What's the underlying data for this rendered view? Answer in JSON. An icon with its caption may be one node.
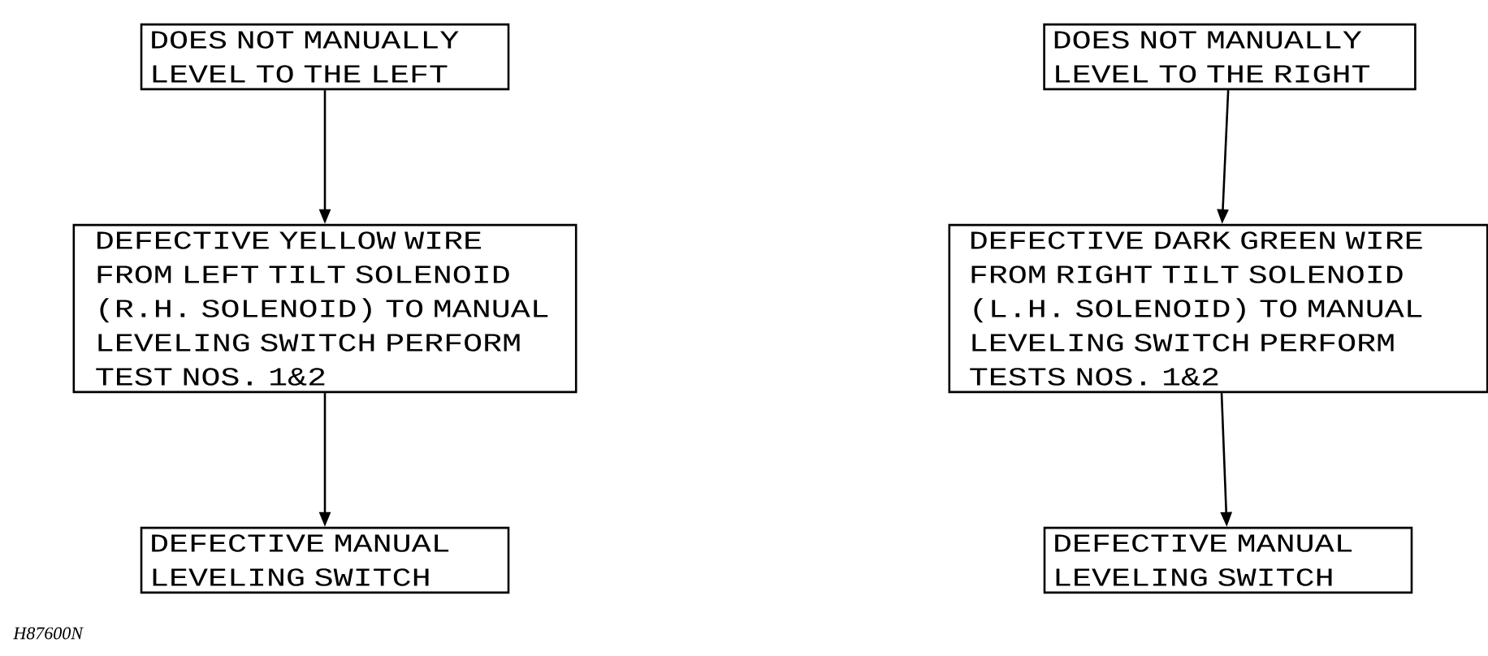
{
  "diagram": {
    "nodes": [
      {
        "text": [
          "DOES NOT MANUALLY LEVEL TO THE LEFT"
        ]
      },
      {
        "text": [
          "DEFECTIVE YELLOW WIRE FROM LEFT TILT SOLENOID (R.H. SOLENOID) TO MANUAL LEVELING SWITCH PERFORM TEST NOS. 1&2"
        ]
      },
      {
        "text": [
          "DEFECTIVE MANUAL LEVELING SWITCH"
        ]
      },
      {
        "text": [
          "DOES NOT MANUALLY LEVEL TO THE RIGHT"
        ]
      },
      {
        "text": [
          "DEFECTIVE DARK GREEN WIRE FROM RIGHT TILT SOLENOID (L.H. SOLENOID) TO MANUAL LEVELING SWITCH PERFORM TESTS NOS. 1&2"
        ]
      },
      {
        "text": [
          "DEFECTIVE MANUAL LEVELING SWITCH"
        ]
      }
    ],
    "edges": [
      {
        "from": 0,
        "to": 1,
        "arrow": "to"
      },
      {
        "from": 1,
        "to": 2,
        "arrow": "to"
      },
      {
        "from": 3,
        "to": 4,
        "arrow": "to"
      },
      {
        "from": 4,
        "to": 5,
        "arrow": "to"
      }
    ],
    "labels": [
      "H87600N"
    ]
  }
}
